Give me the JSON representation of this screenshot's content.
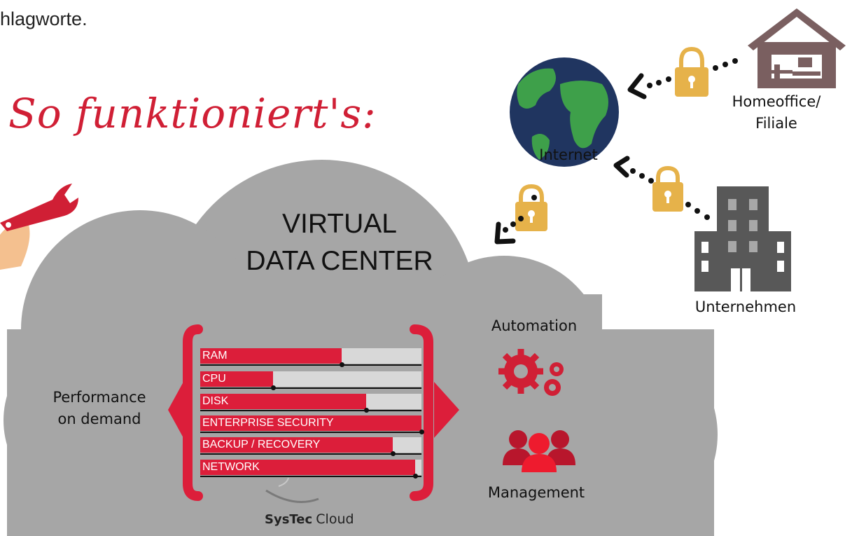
{
  "heading_fragment": "hlagworte.",
  "headline": "So funktioniert's:",
  "vdc_title": [
    "VIRTUAL",
    "DATA CENTER"
  ],
  "left_label": [
    "Performance",
    "on demand"
  ],
  "right_labels": {
    "automation": "Automation",
    "management": "Management"
  },
  "meters": [
    {
      "label": "RAM",
      "value": 0.64
    },
    {
      "label": "CPU",
      "value": 0.33
    },
    {
      "label": "DISK",
      "value": 0.75
    },
    {
      "label": "ENTERPRISE SECURITY",
      "value": 1.0
    },
    {
      "label": "BACKUP / RECOVERY",
      "value": 0.87
    },
    {
      "label": "NETWORK",
      "value": 0.97
    }
  ],
  "logo": {
    "brand": "SysTec",
    "suffix": "Cloud"
  },
  "network": {
    "internet": "Internet",
    "homeoffice": [
      "Homeoffice/",
      "Filiale"
    ],
    "company": "Unternehmen"
  },
  "colors": {
    "accent": "#dc1e3a",
    "cloud": "#a6a6a6",
    "lock": "#e6b24a",
    "building": "#555555",
    "house": "#7a5f60"
  },
  "icons": [
    "wrench-hand-icon",
    "globe-icon",
    "padlock-icon",
    "house-icon",
    "office-building-icon",
    "gears-icon",
    "people-group-icon",
    "dotted-arrow-icon"
  ]
}
